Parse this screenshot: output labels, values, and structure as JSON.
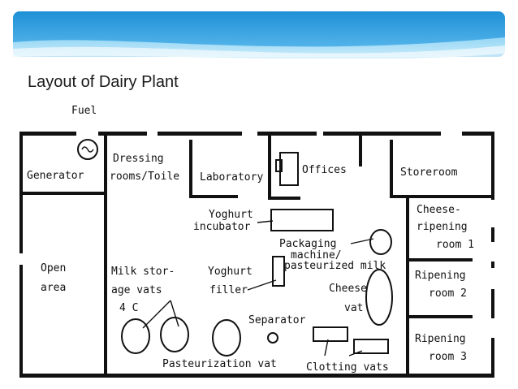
{
  "slide": {
    "title": "Layout of Dairy Plant",
    "colors": {
      "banner_top": "#2196d8",
      "banner_bottom": "#8fd3f4",
      "ink": "#111111"
    }
  },
  "plan": {
    "labels": {
      "fuel": "Fuel",
      "generator": "Generator",
      "dressing_1": "Dressing",
      "dressing_2": "rooms/Toile",
      "laboratory": "Laboratory",
      "offices": "Offices",
      "storeroom": "Storeroom",
      "cheese_ripening_1": "Cheese-",
      "cheese_ripening_2": "ripening",
      "cheese_ripening_3": "room  1",
      "ripening2_1": "Ripening",
      "ripening2_2": "room  2",
      "ripening3_1": "Ripening",
      "ripening3_2": "room  3",
      "yog_incubator_1": "Yoghurt",
      "yog_incubator_2": "incubator",
      "packaging_1": "Packaging",
      "packaging_2": "machine/",
      "packaging_3": "pasteurized milk",
      "open_area_1": "Open",
      "open_area_2": "area",
      "milk_storage_1": "Milk stor-",
      "milk_storage_2": "age vats",
      "milk_storage_3": "4 C",
      "yog_filler_1": "Yoghurt",
      "yog_filler_2": "filler",
      "cheese_vat_1": "Cheese",
      "cheese_vat_2": "vat",
      "separator": "Separator",
      "pasteurization": "Pasteurization vat",
      "clotting": "Clotting vats"
    }
  }
}
